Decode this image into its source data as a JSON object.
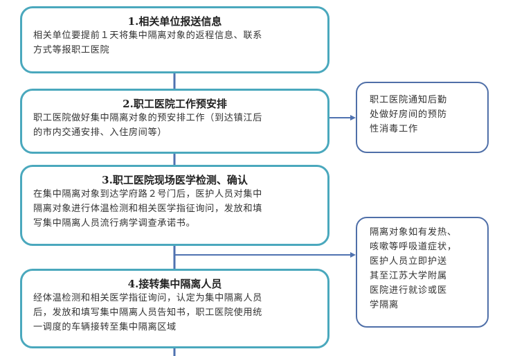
{
  "steps": [
    {
      "title": "1.相关单位报送信息",
      "lines": [
        "相关单位要提前１天将集中隔离对象的返程信息、联系",
        "方式等报职工医院"
      ]
    },
    {
      "title": "2.职工医院工作预安排",
      "lines": [
        "职工医院做好集中隔离对象的预安排工作（到达镇江后",
        "的市内交通安排、入住房间等）"
      ]
    },
    {
      "title": "3.职工医院现场医学检测、确认",
      "lines": [
        "在集中隔离对象到达学府路２号门后，医护人员对集中",
        "隔离对象进行体温检测和相关医学指征询问，发放和填",
        "写集中隔离人员流行病学调查承诺书。"
      ]
    },
    {
      "title": "4.接转集中隔离人员",
      "lines": [
        "经体温检测和相关医学指征询问，认定为集中隔离人员",
        "后，发放和填写集中隔离人员告知书，职工医院使用统",
        "一调度的车辆接转至集中隔离区域"
      ]
    }
  ],
  "side_notes": [
    {
      "lines": [
        "职工医院通知后勤",
        "处做好房间的预防",
        "性消毒工作"
      ]
    },
    {
      "lines": [
        "隔离对象如有发热、",
        "咳嗽等呼吸道症状，",
        "医护人员立即护送",
        "其至江苏大学附属",
        "医院进行就诊或医",
        "学隔离"
      ]
    }
  ],
  "colors": {
    "main_border": "#4aa8bd",
    "side_border": "#4f6fa8",
    "connector": "#4f72b0"
  }
}
